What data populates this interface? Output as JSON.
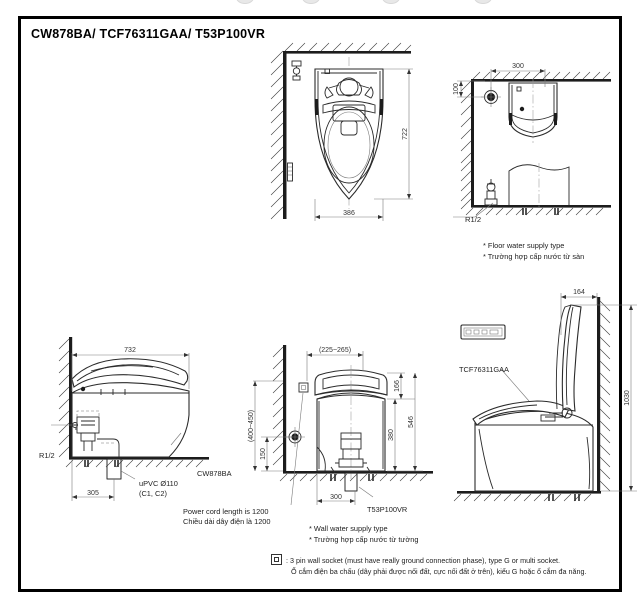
{
  "document": {
    "title": "CW878BA/ TCF76311GAA/ T53P100VR"
  },
  "views": {
    "plan": {
      "name": "plan-view",
      "dim_depth": "722",
      "dim_width": "386"
    },
    "front_wall": {
      "name": "front-wall-view",
      "dim_horizontal": "300",
      "dim_vertical": "100"
    },
    "floor_supply": {
      "name": "floor-supply-view",
      "thread_label": "R1/2",
      "note_en": "* Floor water supply type",
      "note_vi": "* Trường hợp cấp nước từ sàn"
    },
    "side_left": {
      "name": "side-left-view",
      "dim_total_length": "732",
      "dim_drain_offset": "305",
      "thread_label": "R1/2",
      "product_label": "CW878BA",
      "drain_label_1": "uPVC Ø110",
      "drain_label_2": "(C1, C2)",
      "cord_note_en": "Power cord length is 1200",
      "cord_note_vi": "Chiều dài dây điện là 1200"
    },
    "front_center": {
      "name": "front-center-view",
      "dim_top_range": "(225~265)",
      "dim_seat_top": "166",
      "dim_total_height": "546",
      "dim_bowl_height": "380",
      "dim_socket_height": "150",
      "dim_outlet_range": "(400~450)",
      "dim_base_width": "300",
      "product_label": "T53P100VR",
      "note_en": "* Wall water supply type",
      "note_vi": "* Trường hợp cấp nước từ tường"
    },
    "side_right": {
      "name": "side-right-open-lid-view",
      "dim_lid_depth": "164",
      "dim_lid_height": "1030",
      "product_label": "TCF76311GAA"
    }
  },
  "legend": {
    "socket_icon_name": "wall-socket-icon",
    "line_en": ": 3 pin wall socket (must have really ground connection phase), type G or multi socket.",
    "line_vi": "Ổ cắm điện ba chấu (dây phải được nối đất, cực nối đất ở trên), kiểu G hoặc ổ cắm đa năng."
  }
}
